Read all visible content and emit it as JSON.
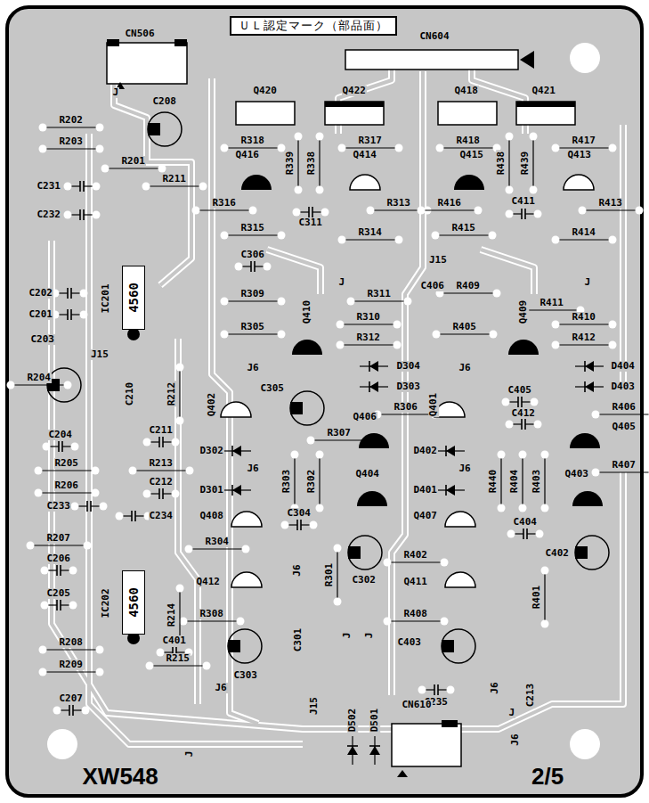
{
  "diagram": {
    "nodes": [
      {
        "text": [
          "ＵＬ認定マーク（部品面）"
        ]
      },
      {
        "text": [
          "4560",
          "IC201"
        ]
      },
      {
        "text": [
          "4560",
          "IC202"
        ]
      }
    ],
    "labels": [
      "CN506",
      "CN604",
      "J",
      "C208",
      "Q420",
      "Q422",
      "Q418",
      "Q421",
      "R202",
      "R203",
      "R318",
      "R317",
      "R418",
      "R417",
      "Q416",
      "R339",
      "R338",
      "Q414",
      "Q415",
      "R438",
      "R439",
      "Q413",
      "R201",
      "R211",
      "C231",
      "C232",
      "R316",
      "R313",
      "R416",
      "C411",
      "R413",
      "C311",
      "R315",
      "R314",
      "R415",
      "R414",
      "C306",
      "J15",
      "J",
      "C406",
      "R409",
      "J",
      "R311",
      "R411",
      "C202",
      "C201",
      "R309",
      "R305",
      "Q410",
      "R310",
      "R312",
      "R405",
      "Q409",
      "R410",
      "R412",
      "C203",
      "J15",
      "J6",
      "D304",
      "J6",
      "D404",
      "R204",
      "D303",
      "D403",
      "C305",
      "C405",
      "C210",
      "R212",
      "Q402",
      "Q401",
      "R306",
      "R406",
      "C412",
      "C211",
      "C204",
      "R307",
      "D302",
      "D402",
      "R205",
      "R213",
      "R407",
      "J6",
      "J6",
      "R206",
      "C212",
      "R303",
      "R302",
      "R440",
      "R404",
      "R403",
      "Q404",
      "Q403",
      "D301",
      "D401",
      "C233",
      "C304",
      "Q408",
      "Q407",
      "C234",
      "C404",
      "R207",
      "R304",
      "C402",
      "R402",
      "C206",
      "J6",
      "R301",
      "Q412",
      "Q411",
      "C302",
      "C205",
      "R401",
      "R214",
      "R308",
      "R408",
      "C401",
      "C301",
      "J",
      "J",
      "R208",
      "C403",
      "R215",
      "R209",
      "C303",
      "J6",
      "C207",
      "C235",
      "J6",
      "C213",
      "J",
      "J15",
      "D502",
      "D501",
      "CN610",
      "J6",
      "J",
      "XW548",
      "2/5",
      "Q406",
      "Q405"
    ]
  }
}
